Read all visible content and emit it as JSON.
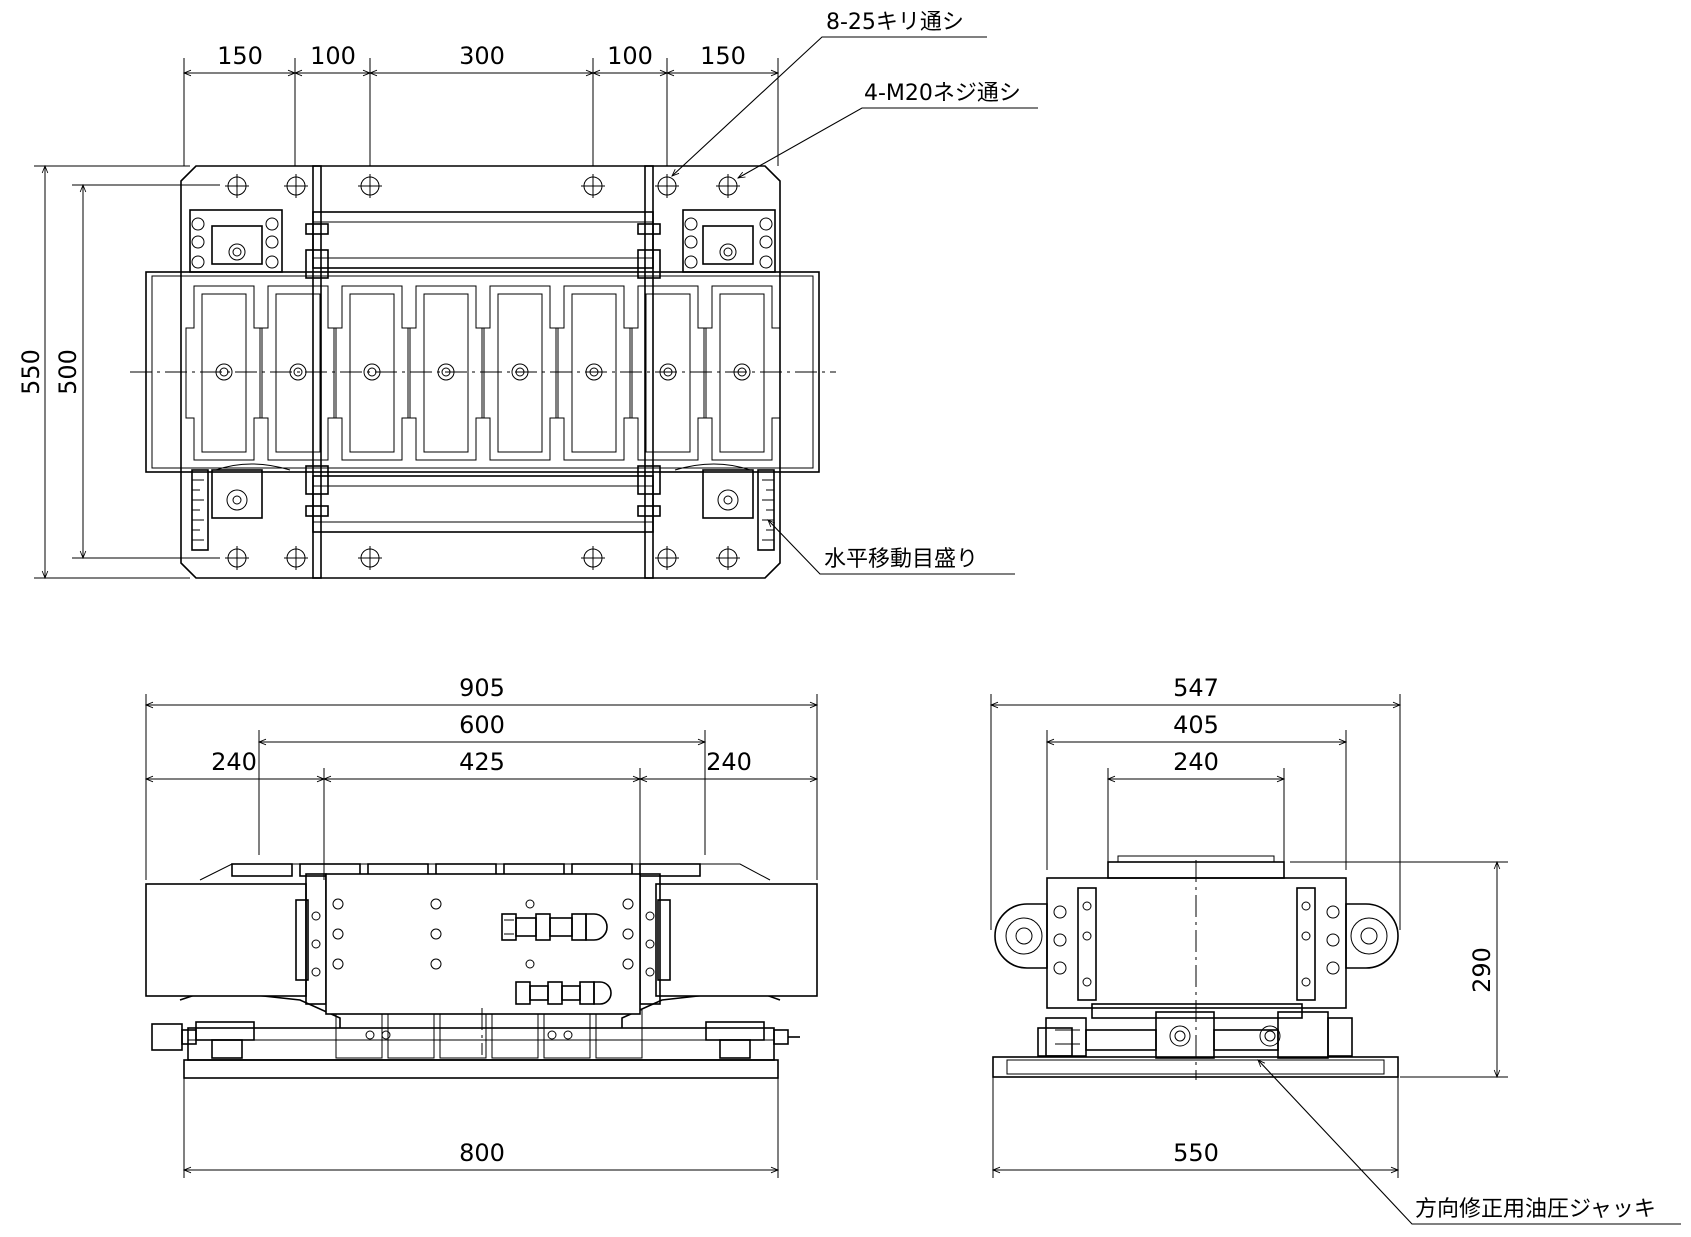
{
  "plan_view": {
    "top_dims": [
      "150",
      "100",
      "300",
      "100",
      "150"
    ],
    "height_outer": "550",
    "height_inner": "500"
  },
  "notes": {
    "drill_holes": "8-25キリ通シ",
    "tapped_holes": "4-M20ネジ通シ",
    "horizontal_scale": "水平移動目盛り",
    "correction_jack": "方向修正用油圧ジャッキ"
  },
  "front_view": {
    "overall": "905",
    "span": "600",
    "left_end": "240",
    "middle": "425",
    "right_end": "240",
    "base": "800"
  },
  "side_view": {
    "overall": "547",
    "middle": "405",
    "inner": "240",
    "height": "290",
    "base": "550"
  }
}
